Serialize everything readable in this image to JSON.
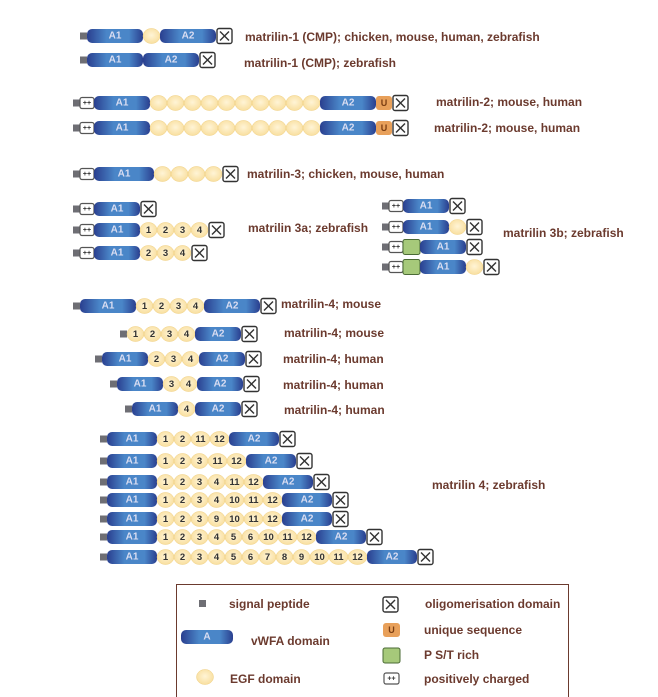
{
  "rows": [
    {
      "label": "matrilin-1 (CMP); chicken, mouse, human, zebrafish",
      "domains": [
        "S",
        "A:A1",
        "E",
        "A:A2",
        "O"
      ]
    },
    {
      "label": "matrilin-1 (CMP);  zebrafish",
      "domains": [
        "S",
        "A:A1",
        "A:A2",
        "O"
      ]
    },
    {
      "label": "matrilin-2; mouse, human",
      "domains": [
        "S",
        "P",
        "A:A1",
        "E",
        "E",
        "E",
        "E",
        "E",
        "E",
        "E",
        "E",
        "E",
        "E",
        "A:A2",
        "U",
        "O"
      ]
    },
    {
      "label": "matrilin-2; mouse, human",
      "domains": [
        "S",
        "P",
        "A:A1",
        "E",
        "E",
        "E",
        "E",
        "E",
        "E",
        "E",
        "E",
        "E",
        "E",
        "A:A2",
        "U",
        "O"
      ]
    },
    {
      "label": "matrilin-3; chicken, mouse, human",
      "domains": [
        "S",
        "P",
        "A:A1",
        "E",
        "E",
        "E",
        "E",
        "O"
      ]
    },
    {
      "label": "",
      "domains": [
        "S",
        "P",
        "A:A1",
        "O"
      ]
    },
    {
      "label": "matrilin 3a; zebrafish",
      "domains": [
        "S",
        "P",
        "A:A1",
        "E:1",
        "E:2",
        "E:3",
        "E:4",
        "O"
      ]
    },
    {
      "label": "",
      "domains": [
        "S",
        "P",
        "A:A1",
        "E:2",
        "E:3",
        "E:4",
        "O"
      ]
    },
    {
      "label": "",
      "domains": [
        "S",
        "P",
        "A:A1",
        "O"
      ]
    },
    {
      "label": "matrilin 3b; zebrafish",
      "domains": [
        "S",
        "P",
        "A:A1",
        "E",
        "O"
      ]
    },
    {
      "label": "",
      "domains": [
        "S",
        "P",
        "G",
        "A:A1",
        "O"
      ]
    },
    {
      "label": "",
      "domains": [
        "S",
        "P",
        "G",
        "A:A1",
        "E",
        "O"
      ]
    },
    {
      "label": "matrilin-4; mouse",
      "domains": [
        "S",
        "A:A1",
        "E:1",
        "E:2",
        "E:3",
        "E:4",
        "A:A2",
        "O"
      ]
    },
    {
      "label": "matrilin-4; mouse",
      "domains": [
        "S",
        "E:1",
        "E:2",
        "E:3",
        "E:4",
        "A:A2",
        "O"
      ]
    },
    {
      "label": "matrilin-4; human",
      "domains": [
        "S",
        "A:A1",
        "E:2",
        "E:3",
        "E:4",
        "A:A2",
        "O"
      ]
    },
    {
      "label": "matrilin-4; human",
      "domains": [
        "S",
        "A:A1",
        "E:3",
        "E:4",
        "A:A2",
        "O"
      ]
    },
    {
      "label": "matrilin-4; human",
      "domains": [
        "S",
        "A:A1",
        "E:4",
        "A:A2",
        "O"
      ]
    },
    {
      "label": "",
      "domains": [
        "S",
        "A:A1",
        "E:1",
        "E:2",
        "E:11",
        "E:12",
        "A:A2",
        "O"
      ]
    },
    {
      "label": "",
      "domains": [
        "S",
        "A:A1",
        "E:1",
        "E:2",
        "E:3",
        "E:11",
        "E:12",
        "A:A2",
        "O"
      ]
    },
    {
      "label": "matrilin 4; zebrafish",
      "domains": [
        "S",
        "A:A1",
        "E:1",
        "E:2",
        "E:3",
        "E:4",
        "E:11",
        "E:12",
        "A:A2",
        "O"
      ]
    },
    {
      "label": "",
      "domains": [
        "S",
        "A:A1",
        "E:1",
        "E:2",
        "E:3",
        "E:4",
        "E:10",
        "E:11",
        "E:12",
        "A:A2",
        "O"
      ]
    },
    {
      "label": "",
      "domains": [
        "S",
        "A:A1",
        "E:1",
        "E:2",
        "E:3",
        "E:9",
        "E:10",
        "E:11",
        "E:12",
        "A:A2",
        "O"
      ]
    },
    {
      "label": "",
      "domains": [
        "S",
        "A:A1",
        "E:1",
        "E:2",
        "E:3",
        "E:4",
        "E:5",
        "E:6",
        "E:10",
        "E:11",
        "E:12",
        "A:A2",
        "O"
      ]
    },
    {
      "label": "",
      "domains": [
        "S",
        "A:A1",
        "E:1",
        "E:2",
        "E:3",
        "E:4",
        "E:5",
        "E:6",
        "E:7",
        "E:8",
        "E:9",
        "E:10",
        "E:11",
        "E:12",
        "A:A2",
        "O"
      ]
    }
  ],
  "legend": {
    "signal_peptide": "signal peptide",
    "vwfa_symbol": "A",
    "vwfa": "vWFA domain",
    "egf": "EGF domain",
    "oligomerisation": "oligomerisation domain",
    "unique_symbol": "U",
    "unique": "unique sequence",
    "pst": "P S/T rich",
    "positive_symbol": "++",
    "positive": "positively charged"
  },
  "colors": {
    "text": "#6b3a2e",
    "vwfa_dark": "#2a3f8f",
    "vwfa_light": "#4a86c8",
    "egf": "#f8dd9a",
    "unique": "#e8a05a",
    "pst": "#a6c97a",
    "signal": "#6e6e74"
  }
}
